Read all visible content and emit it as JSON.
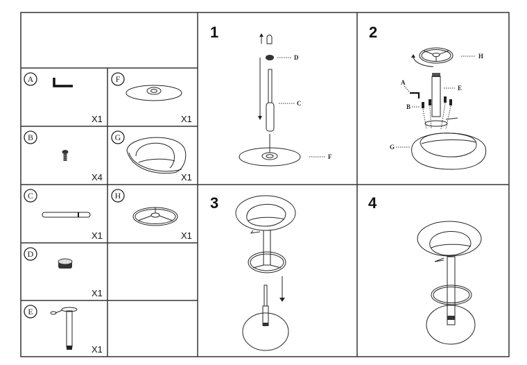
{
  "parts": [
    {
      "id": "A",
      "qty": "X1",
      "name": "allen-key"
    },
    {
      "id": "B",
      "qty": "X4",
      "name": "screw"
    },
    {
      "id": "C",
      "qty": "X1",
      "name": "gas-cylinder"
    },
    {
      "id": "D",
      "qty": "X1",
      "name": "cap"
    },
    {
      "id": "E",
      "qty": "X1",
      "name": "seat-mechanism-stem"
    },
    {
      "id": "F",
      "qty": "X1",
      "name": "base-plate"
    },
    {
      "id": "G",
      "qty": "X1",
      "name": "seat-bowl"
    },
    {
      "id": "H",
      "qty": "X1",
      "name": "footrest-ring"
    }
  ],
  "steps": [
    {
      "number": "1",
      "callouts": [
        "D",
        "C",
        "F"
      ]
    },
    {
      "number": "2",
      "callouts": [
        "H",
        "A",
        "E",
        "B",
        "G"
      ]
    },
    {
      "number": "3"
    },
    {
      "number": "4"
    }
  ]
}
